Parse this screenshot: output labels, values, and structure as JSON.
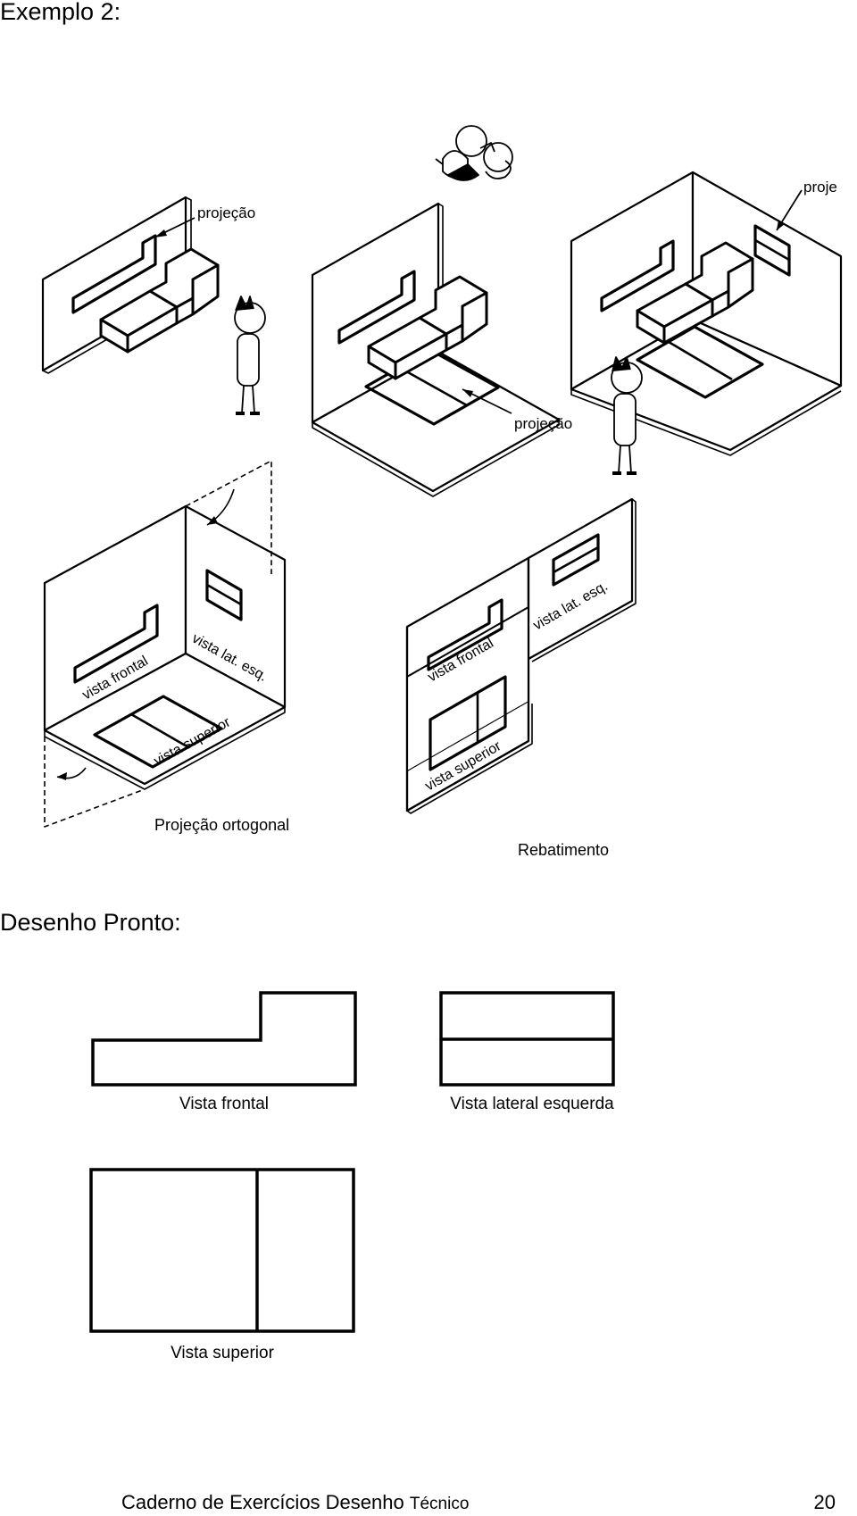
{
  "headings": {
    "example": "Exemplo 2:",
    "finished": "Desenho Pronto:"
  },
  "illustration": {
    "projection_label": "projeção",
    "projection_label_cut": "proje",
    "vista_frontal": "vista frontal",
    "vista_lat_esq": "vista lat. esq.",
    "vista_superior": "vista superior",
    "projecao_ortogonal": "Projeção ortogonal",
    "rebatimento": "Rebatimento"
  },
  "finished_drawing": {
    "front_view": "Vista frontal",
    "left_side_view": "Vista lateral esquerda",
    "top_view": "Vista superior"
  },
  "footer": {
    "title_main": "Caderno de Exercícios Desenho",
    "title_end": "Técnico",
    "page_number": "20"
  }
}
